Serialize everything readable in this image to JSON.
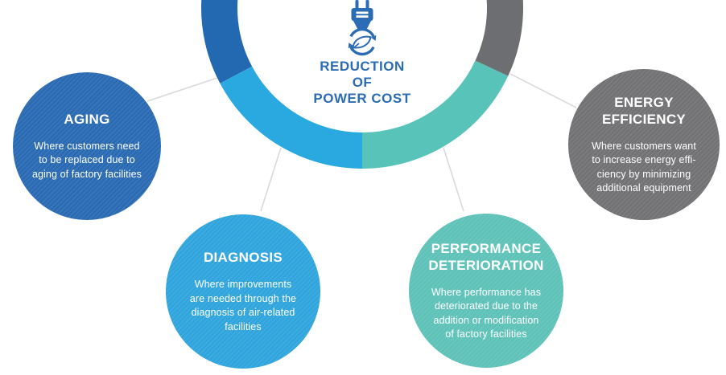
{
  "colors": {
    "accent": "#2b6cb4",
    "connector": "#d9d9d9",
    "text_on_circle": "#ffffff",
    "background": "#ffffff"
  },
  "center": {
    "icon": "eco-power-plug-icon",
    "title_lines": [
      "REDUCTION",
      "OF",
      "POWER COST"
    ]
  },
  "ring": {
    "segments": [
      {
        "id": "aging",
        "label": "aging-segment",
        "color": "#2269b1"
      },
      {
        "id": "diagnosis",
        "label": "diagnosis-segment",
        "color": "#29a9e0"
      },
      {
        "id": "performance",
        "label": "performance-segment",
        "color": "#58c3b9"
      },
      {
        "id": "energy",
        "label": "energy-segment",
        "color": "#6d6e71"
      }
    ]
  },
  "nodes": [
    {
      "id": "aging",
      "color": "#2a6ab3",
      "title_lines": [
        "AGING"
      ],
      "description_lines": [
        "Where customers need",
        "to be replaced due to",
        "aging of factory facilities"
      ]
    },
    {
      "id": "diagnosis",
      "color": "#30a5dd",
      "title_lines": [
        "DIAGNOSIS"
      ],
      "description_lines": [
        "Where improvements",
        "are needed through the",
        "diagnosis of air-related",
        "facilities"
      ]
    },
    {
      "id": "performance",
      "color": "#5ec2b9",
      "title_lines": [
        "PERFORMANCE",
        "DETERIORATION"
      ],
      "description_lines": [
        "Where performance has",
        "deteriorated due to the",
        "addition or modification",
        "of factory facilities"
      ]
    },
    {
      "id": "energy",
      "color": "#727275",
      "title_lines": [
        "ENERGY",
        "EFFICIENCY"
      ],
      "description_lines": [
        "Where customers want",
        "to increase energy effi-",
        "ciency by minimizing",
        "additional equipment"
      ]
    }
  ]
}
